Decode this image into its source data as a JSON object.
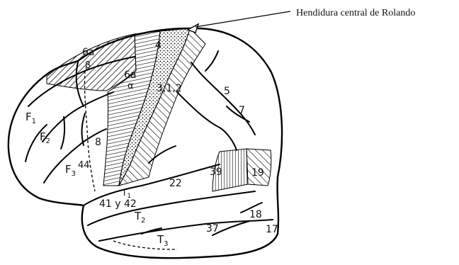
{
  "caption": "Hendidura central de Rolando",
  "areas": {
    "a4": "4",
    "a6a_beta": "6a",
    "beta": "β",
    "a6a_alpha": "6a",
    "alpha": "α",
    "a312": "3,1,2",
    "a5": "5",
    "a7": "7",
    "a8": "8",
    "a44": "44",
    "a22": "22",
    "a39": "39",
    "a19": "19",
    "a41y42": "41 y 42",
    "a37": "37",
    "a18": "18",
    "a17": "17"
  },
  "gyri": {
    "F1": "F",
    "F1sub": "1",
    "F2": "F",
    "F2sub": "2",
    "F3": "F",
    "F3sub": "3",
    "T1": "T",
    "T1sub": "1",
    "T2": "T",
    "T2sub": "2",
    "T3": "T",
    "T3sub": "3"
  }
}
